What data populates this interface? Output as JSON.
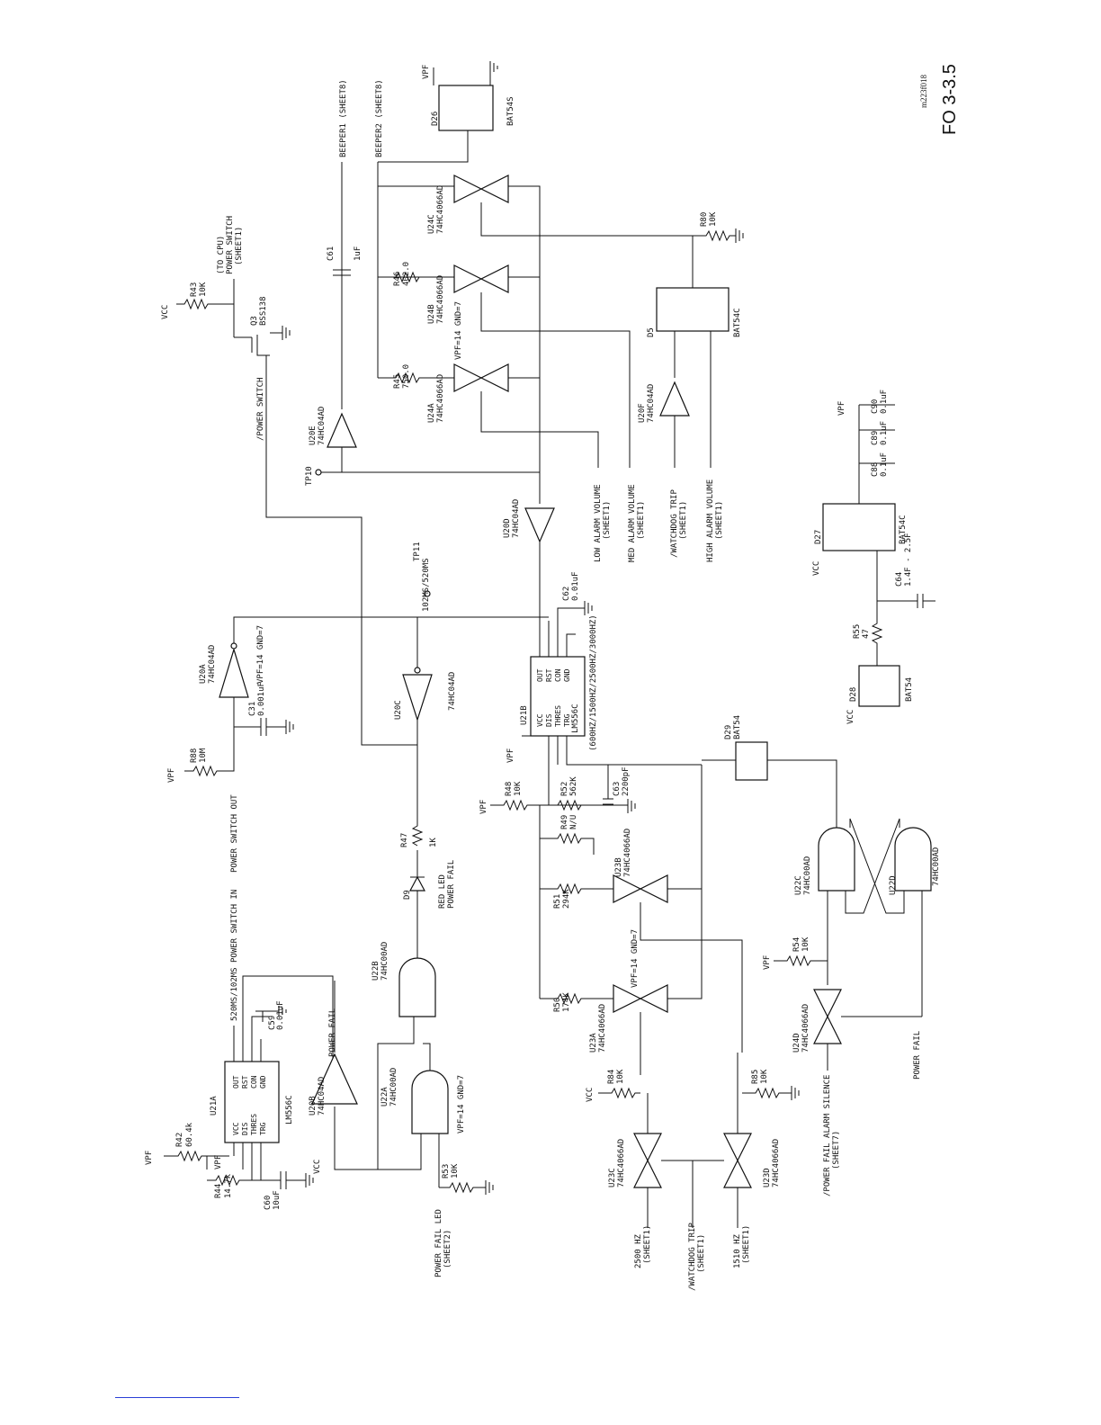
{
  "figure": {
    "id": "FO 3-3.5",
    "drawing_no": "m223f018"
  },
  "footer": {
    "link_text": ""
  },
  "labels": {
    "vpf": "VPF",
    "vcc": "VCC",
    "r42": "R42",
    "r42v": "60.4k",
    "r44": "R44",
    "r44v": "14.7k",
    "c60": "C60",
    "c60v": "10uF",
    "u21a": "U21A",
    "lm556c": "LM556C",
    "vcc_pin": "VCC",
    "dis": "DIS",
    "thres": "THRES",
    "trg": "TRG",
    "out": "OUT",
    "rst": "RST",
    "con": "CON",
    "gnd": "GND",
    "c59": "C59",
    "c59v": "0.01uF",
    "rate1": "520MS/102MS",
    "psw_in": "POWER SWITCH IN",
    "psw_out": "POWER SWITCH OUT",
    "u20b": "U20B",
    "u20b_p": "74HC04AD",
    "power_fail": "POWER FAIL",
    "u22a": "U22A",
    "u22a_p": "74HC00AD",
    "u22a_s": "VPF=14 GND=7",
    "u22b": "U22B",
    "u22b_p": "74HC00AD",
    "r53": "R53",
    "r53v": "10K",
    "pf_led": "POWER FAIL LED",
    "sheet2": "(SHEET2)",
    "d9": "D9",
    "red_led": "RED LED",
    "pf2": "POWER FAIL",
    "r47": "R47",
    "r47v": "1K",
    "r88": "R88",
    "r88v": "10M",
    "c31": "C31",
    "c31v": "0.001uF",
    "u20a": "U20A",
    "u20a_p": "74HC04AD",
    "u20a_s": "VPF=14 GND=7",
    "u20c": "U20C",
    "u20c_p": "74HC04AD",
    "r43": "R43",
    "r43v": "10K",
    "q3": "Q3",
    "q3_p": "BSS138",
    "to_cpu": "(TO CPU)",
    "psw": "POWER SWITCH",
    "sheet1": "(SHEET1)",
    "npsw": "/POWER SWITCH",
    "u20e": "U20E",
    "u20e_p": "74HC04AD",
    "tp10": "TP10",
    "tp11": "TP11",
    "rate2": "102MS/520MS",
    "c61": "C61",
    "c61v": "1uF",
    "beeper1": "BEEPER1 (SHEET8)",
    "beeper2": "BEEPER2 (SHEET8)",
    "r45": "R45",
    "r45v": "750.0",
    "r46": "R46",
    "r46v": "402.0",
    "u24a": "U24A",
    "u24b": "U24B",
    "u24c": "U24C",
    "u24_p": "74HC4066AD",
    "u24a_s": "VPF=14 GND=7",
    "d26": "D26",
    "bat54s": "BAT54S",
    "r80": "R80",
    "r80v": "10K",
    "d5": "D5",
    "bat54c": "BAT54C",
    "u20f": "U20F",
    "u20f_p": "74HC04AD",
    "low_vol": "LOW ALARM VOLUME",
    "med_vol": "MED ALARM VOLUME",
    "wd_trip": "/WATCHDOG TRIP",
    "high_vol": "HIGH ALARM VOLUME",
    "u20d": "U20D",
    "u20d_p": "74HC04AD",
    "c62": "C62",
    "c62v": "0.01uF",
    "u21b": "U21B",
    "freqs": "(600HZ/1500HZ/2500HZ/3000HZ)",
    "r48": "R48",
    "r48v": "10K",
    "r52": "R52",
    "r52v": "562K",
    "c63": "C63",
    "c63v": "2200pF",
    "r49": "R49",
    "r49v": "N/U",
    "r51": "R51",
    "r51v": "294K",
    "u23b": "U23B",
    "u23_p": "74HC4066AD",
    "r50": "R50",
    "r50v": "174K",
    "u23a": "U23A",
    "u23a_s": "VPF=14 GND=7",
    "r84": "R84",
    "r84v": "10K",
    "r85": "R85",
    "r85v": "10K",
    "u23c": "U23C",
    "u23d": "U23D",
    "f2500": "2500 HZ",
    "f1510": "1510 HZ",
    "d29": "D29",
    "bat54": "BAT54",
    "u22c": "U22C",
    "u22d": "U22D",
    "u22_p": "74HC00AD",
    "r54": "R54",
    "r54v": "10K",
    "u24d": "U24D",
    "pf_silence": "/POWER FAIL ALARM SILENCE",
    "sheet7": "(SHEET7)",
    "pf3": "POWER FAIL",
    "d28": "D28",
    "r55": "R55",
    "r55v": "47",
    "c64": "C64",
    "c64v": "1.4F - 2.5F",
    "d27": "D27",
    "c88": "C88",
    "c89": "C89",
    "c90": "C90",
    "c8xv": "0.1uF"
  }
}
